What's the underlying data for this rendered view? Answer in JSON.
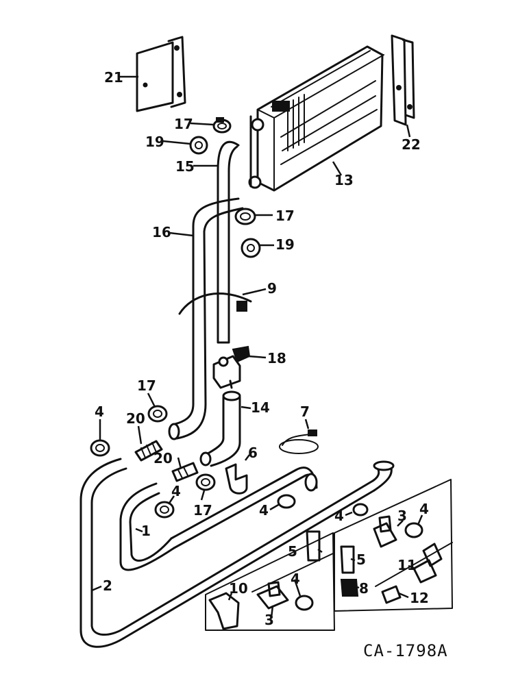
{
  "figure_code": "CA-1798A",
  "callouts": [
    {
      "id": "c21",
      "label": "21"
    },
    {
      "id": "c17a",
      "label": "17"
    },
    {
      "id": "c19a",
      "label": "19"
    },
    {
      "id": "c15",
      "label": "15"
    },
    {
      "id": "c13",
      "label": "13"
    },
    {
      "id": "c22",
      "label": "22"
    },
    {
      "id": "c17b",
      "label": "17"
    },
    {
      "id": "c16",
      "label": "16"
    },
    {
      "id": "c19b",
      "label": "19"
    },
    {
      "id": "c9",
      "label": "9"
    },
    {
      "id": "c18",
      "label": "18"
    },
    {
      "id": "c17c",
      "label": "17"
    },
    {
      "id": "c14",
      "label": "14"
    },
    {
      "id": "c4a",
      "label": "4"
    },
    {
      "id": "c20a",
      "label": "20"
    },
    {
      "id": "c7",
      "label": "7"
    },
    {
      "id": "c20b",
      "label": "20"
    },
    {
      "id": "c6",
      "label": "6"
    },
    {
      "id": "c4b",
      "label": "4"
    },
    {
      "id": "c17d",
      "label": "17"
    },
    {
      "id": "c4c",
      "label": "4"
    },
    {
      "id": "c1",
      "label": "1"
    },
    {
      "id": "c4d",
      "label": "4"
    },
    {
      "id": "c3a",
      "label": "3"
    },
    {
      "id": "c4e",
      "label": "4"
    },
    {
      "id": "c5a",
      "label": "5"
    },
    {
      "id": "c5b",
      "label": "5"
    },
    {
      "id": "c2",
      "label": "2"
    },
    {
      "id": "c11",
      "label": "11"
    },
    {
      "id": "c10",
      "label": "10"
    },
    {
      "id": "c4f",
      "label": "4"
    },
    {
      "id": "c8",
      "label": "8"
    },
    {
      "id": "c12",
      "label": "12"
    },
    {
      "id": "c3b",
      "label": "3"
    }
  ]
}
